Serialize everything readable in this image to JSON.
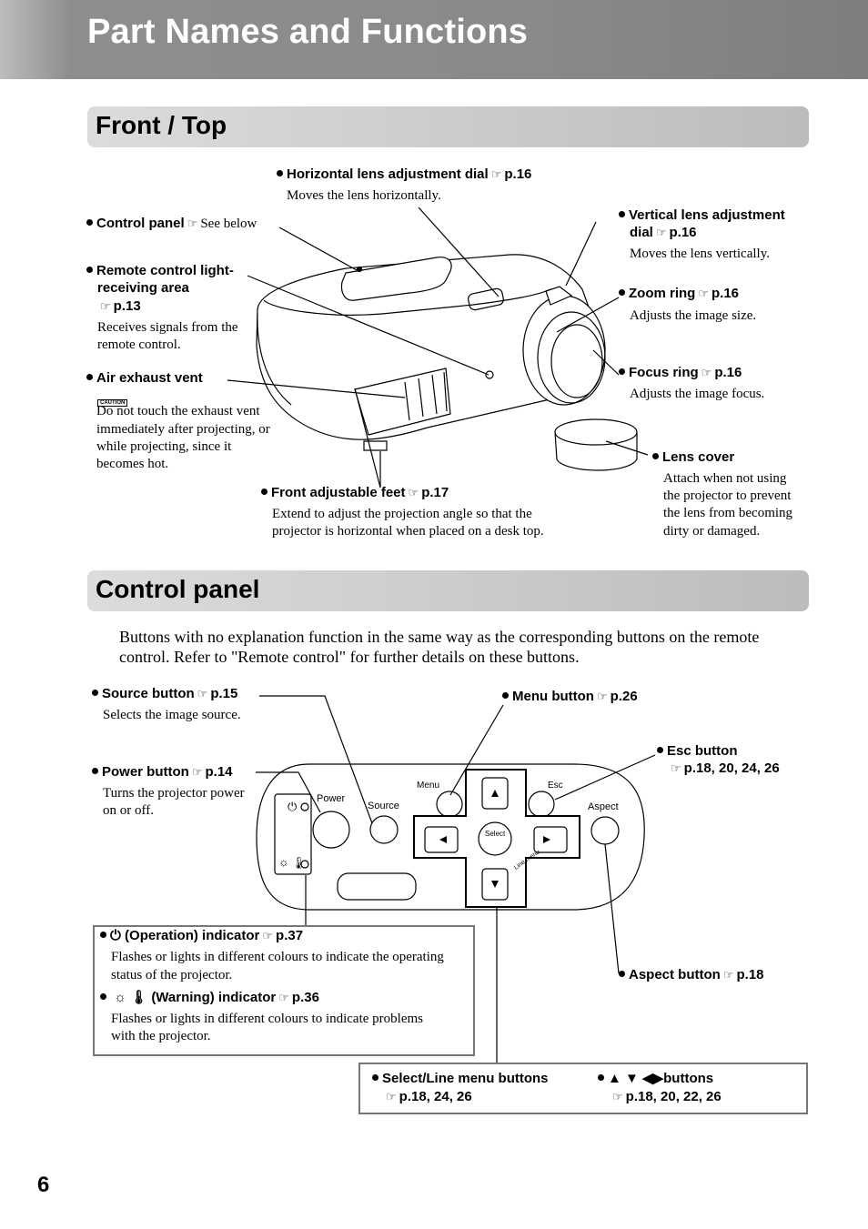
{
  "header": {
    "title": "Part Names and Functions"
  },
  "sections": {
    "front_top": "Front / Top",
    "control_panel": "Control panel"
  },
  "icons": {
    "ref": "pointing-hand-icon"
  },
  "front": {
    "hlens_label": "Horizontal lens adjustment dial",
    "hlens_ref": "p.16",
    "hlens_desc": "Moves the lens horizontally.",
    "cp_label": "Control panel",
    "cp_desc": "See below",
    "vlens_label_1": "Vertical lens adjustment",
    "vlens_label_2": "dial",
    "vlens_ref": "p.16",
    "vlens_desc": "Moves the lens vertically.",
    "remote_label_1": "Remote control light-",
    "remote_label_2": "receiving area",
    "remote_ref": "p.13",
    "remote_desc_1": "Receives signals from the",
    "remote_desc_2": "remote control.",
    "zoom_label": "Zoom ring",
    "zoom_ref": "p.16",
    "zoom_desc": "Adjusts the image size.",
    "exhaust_label": "Air exhaust vent",
    "caution": "CAUTION",
    "exhaust_desc_1": "Do not touch the exhaust vent",
    "exhaust_desc_2": "immediately after projecting, or",
    "exhaust_desc_3": "while projecting, since it",
    "exhaust_desc_4": "becomes hot.",
    "focus_label": "Focus ring",
    "focus_ref": "p.16",
    "focus_desc": "Adjusts the image focus.",
    "cover_label": "Lens cover",
    "cover_desc_1": "Attach when not using",
    "cover_desc_2": "the projector to prevent",
    "cover_desc_3": "the lens from becoming",
    "cover_desc_4": "dirty or damaged.",
    "feet_label": "Front adjustable feet",
    "feet_ref": "p.17",
    "feet_desc_1": "Extend to adjust the projection angle so that the",
    "feet_desc_2": "projector is horizontal when placed on a desk top."
  },
  "panel": {
    "intro": "Buttons with no explanation function in the same way as the corresponding buttons on the remote control. Refer to \"Remote control\" for further details on these buttons.",
    "source_label": "Source button",
    "source_ref": "p.15",
    "source_desc": "Selects the image source.",
    "menu_label": "Menu button",
    "menu_ref": "p.26",
    "esc_label": "Esc button",
    "esc_ref": "p.18, 20, 24, 26",
    "power_label": "Power button",
    "power_ref": "p.14",
    "power_desc_1": "Turns the projector power",
    "power_desc_2": "on or off.",
    "op_label": "(Operation) indicator",
    "op_ref": "p.37",
    "op_desc_1": "Flashes or lights in different colours to indicate the operating",
    "op_desc_2": "status of the projector.",
    "warn_label": "(Warning) indicator",
    "warn_ref": "p.36",
    "warn_desc_1": "Flashes or lights in different colours to indicate problems",
    "warn_desc_2": "with the projector.",
    "aspect_label": "Aspect button",
    "aspect_ref": "p.18",
    "select_label": "Select/Line menu buttons",
    "select_ref": "p.18, 24, 26",
    "arrow_label": "buttons",
    "arrow_ref": "p.18, 20, 22, 26",
    "btn_power": "Power",
    "btn_source": "Source",
    "btn_menu": "Menu",
    "btn_esc": "Esc",
    "btn_aspect": "Aspect",
    "btn_select": "Select",
    "btn_linemenu": "Line menu"
  },
  "footer": {
    "page": "6"
  }
}
